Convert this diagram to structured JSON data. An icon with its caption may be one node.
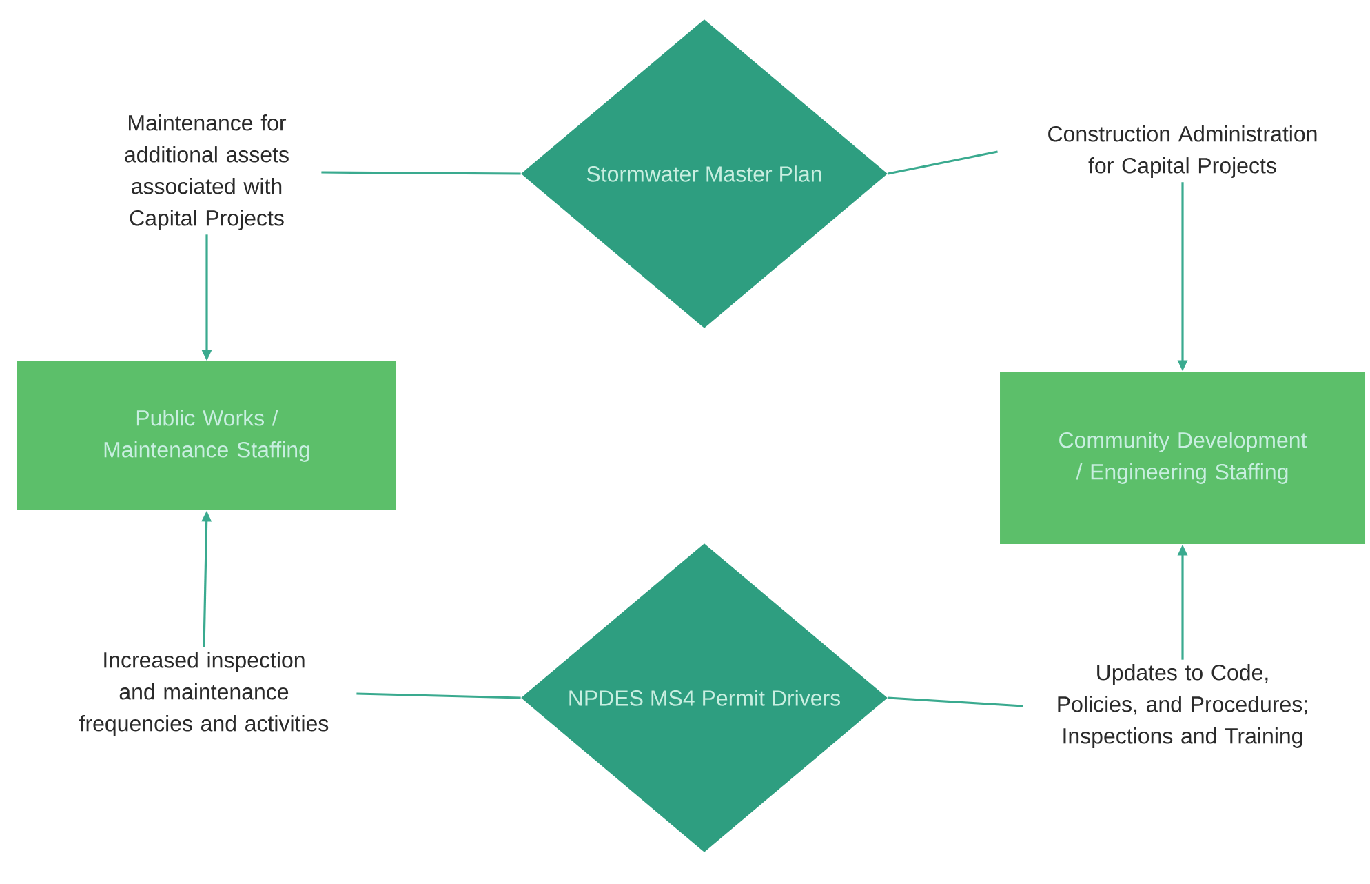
{
  "diagram": {
    "nodes": [
      {
        "text": [
          "Stormwater Master Plan"
        ]
      },
      {
        "text": [
          "Maintenance for additional assets associated with Capital Projects"
        ]
      },
      {
        "text": [
          "Construction Administration for Capital Projects"
        ]
      },
      {
        "text": [
          "Public Works / Maintenance Staffing"
        ]
      },
      {
        "text": [
          "Community Development / Engineering Staffing"
        ]
      },
      {
        "text": [
          "NPDES MS4 Permit Drivers"
        ]
      },
      {
        "text": [
          "Increased inspection and maintenance frequencies and activities"
        ]
      },
      {
        "text": [
          "Updates to Code, Policies, and Procedures; Inspections and Training"
        ]
      }
    ],
    "edges": [
      {
        "from": 0,
        "to": 1,
        "arrow": "none"
      },
      {
        "from": 0,
        "to": 2,
        "arrow": "none"
      },
      {
        "from": 1,
        "to": 3,
        "arrow": "to"
      },
      {
        "from": 2,
        "to": 4,
        "arrow": "to"
      },
      {
        "from": 5,
        "to": 6,
        "arrow": "none"
      },
      {
        "from": 5,
        "to": 7,
        "arrow": "none"
      },
      {
        "from": 6,
        "to": 3,
        "arrow": "to"
      },
      {
        "from": 7,
        "to": 4,
        "arrow": "to"
      }
    ]
  }
}
